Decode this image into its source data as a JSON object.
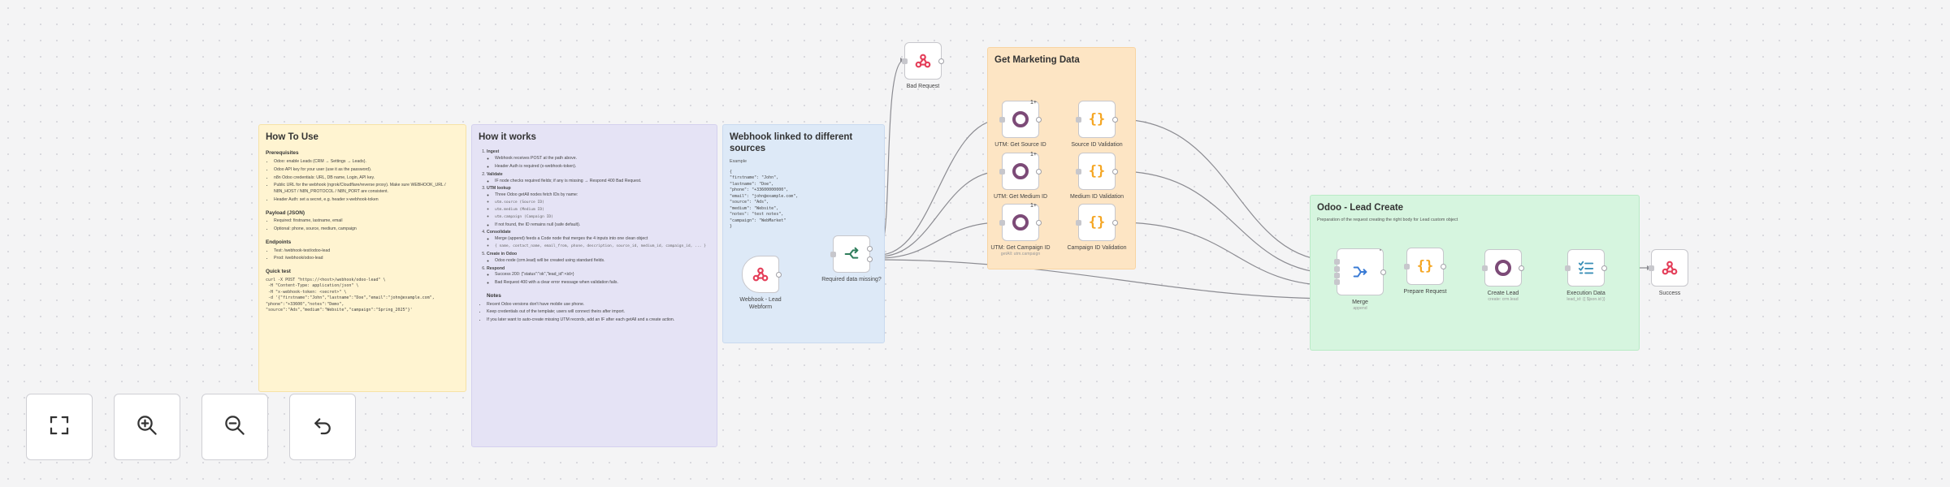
{
  "sticky_how_to_use": {
    "title": "How To Use",
    "prereq_title": "Prerequisites",
    "prereq_items": [
      "Odoo: enable Leads (CRM → Settings → Leads).",
      "Odoo API key for your user (use it as the password).",
      "n8n Odoo credentials: URL, DB name, Login, API key.",
      "Public URL for the webhook (ngrok/Cloudflare/reverse proxy). Make sure WEBHOOK_URL / N8N_HOST / N8N_PROTOCOL / N8N_PORT are consistent.",
      "Header Auth: set a secret, e.g. header x-webhook-token"
    ],
    "payload_title": "Payload (JSON)",
    "payload_items": [
      "Required: firstname, lastname, email",
      "Optional: phone, source, medium, campaign"
    ],
    "endpoints_title": "Endpoints",
    "endpoints": [
      "Test: /webhook-test/odoo-lead",
      "Prod: /webhook/odoo-lead"
    ],
    "quick_test_title": "Quick test",
    "quick_test_code": "curl -X POST \"https://<host>/webhook/odoo-lead\" \\\n -H \"Content-Type: application/json\" \\\n -H \"x-webhook-token: <secret>\" \\\n -d '{\"firstname\":\"John\",\"lastname\":\"Doe\",\"email\":\"john@example.com\",\n\"phone\":\"+33600\",\"notes\":\"Demo\",\n\"source\":\"Ads\",\"medium\":\"Website\",\"campaign\":\"Spring_2025\"}'"
  },
  "sticky_how_it_works": {
    "title": "How it works",
    "steps": [
      {
        "title": "Ingest",
        "items": [
          "Webhook receives POST at the path above.",
          "Header Auth is required (x-webhook-token)."
        ]
      },
      {
        "title": "Validate",
        "items": [
          "IF node checks required fields; if any is missing → Respond 400 Bad Request."
        ]
      },
      {
        "title": "UTM lookup",
        "items": [
          "Three Odoo getAll nodes fetch IDs by name:",
          "utm.source (Source ID)",
          "utm.medium (Medium ID)",
          "utm.campaign (Campaign ID)",
          "If not found, the ID remains null (safe default)."
        ]
      },
      {
        "title": "Consolidate",
        "items": [
          "Merge (append) feeds a Code node that merges the 4 inputs into one clean object",
          "{ name, contact_name, email_from, phone, description, source_id, medium_id, campaign_id, ... }"
        ]
      },
      {
        "title": "Create in Odoo",
        "items": [
          "Odoo node (crm.lead) will be created using standard fields."
        ]
      },
      {
        "title": "Respond",
        "items": [
          "Success 200: {\"status\":\"ok\",\"lead_id\":<id>}",
          "Bad Request 400 with a clear error message when validation fails."
        ]
      }
    ],
    "notes_title": "Notes",
    "notes": [
      "Recent Odoo versions don't have mobile use phone.",
      "Keep credentials out of the template; users will connect theirs after import.",
      "If you later want to auto-create missing UTM records, add an IF after each getAll and a create action."
    ]
  },
  "sticky_webhook": {
    "title": "Webhook linked to different sources",
    "subtitle": "Example",
    "json_example": "{\n\"firstname\": \"John\",\n\"lastname\": \"Doe\",\n\"phone\": \"+33600000000\",\n\"email\": \"john@example.com\",\n\"source\": \"Ads\",\n\"medium\": \"Website\",\n\"notes\": \"test notes\",\n\"campaign\": \"WebMarket\"\n}"
  },
  "sticky_marketing": {
    "title": "Get Marketing Data"
  },
  "sticky_odoo": {
    "title": "Odoo - Lead Create",
    "subtitle": "Preparation of the request creating the right body for Lead custom object"
  },
  "nodes": {
    "webhook": {
      "label": "Webhook - Lead",
      "label2": "Webform",
      "icon": "webhook-icon"
    },
    "if_required": {
      "label": "Required data missing?",
      "icon": "if-branch-icon"
    },
    "bad_request": {
      "label": "Bad Request",
      "icon": "webhook-icon"
    },
    "utm_source": {
      "label": "UTM: Get Source ID",
      "icon": "odoo-icon"
    },
    "utm_medium": {
      "label": "UTM: Get Medium ID",
      "icon": "odoo-icon"
    },
    "utm_campaign": {
      "label": "UTM: Get Campaign ID",
      "small": "getAll: utm.campaign",
      "icon": "odoo-icon"
    },
    "source_validation": {
      "label": "Source ID Validation",
      "icon": "code-icon"
    },
    "medium_validation": {
      "label": "Medium ID Validation",
      "icon": "code-icon"
    },
    "campaign_validation": {
      "label": "Campaign ID Validation",
      "icon": "code-icon"
    },
    "merge": {
      "label": "Merge",
      "small": "append",
      "icon": "merge-icon"
    },
    "prepare_request": {
      "label": "Prepare Request",
      "icon": "code-icon"
    },
    "create_lead": {
      "label": "Create Lead",
      "small": "create: crm.lead",
      "icon": "odoo-icon"
    },
    "execution_data": {
      "label": "Execution Data",
      "small": "lead_id: {{ $json.id }}",
      "icon": "execution-data-icon"
    },
    "success": {
      "label": "Success",
      "icon": "webhook-icon"
    }
  },
  "controls": {
    "fit_view": "fit-view-icon",
    "zoom_in": "zoom-in-icon",
    "zoom_out": "zoom-out-icon",
    "reset": "undo-icon"
  },
  "colors": {
    "odoo": "#7c4a77",
    "code": "#f5a623",
    "edge": "#8c8c92",
    "webhook_red": "#e43f5a"
  }
}
